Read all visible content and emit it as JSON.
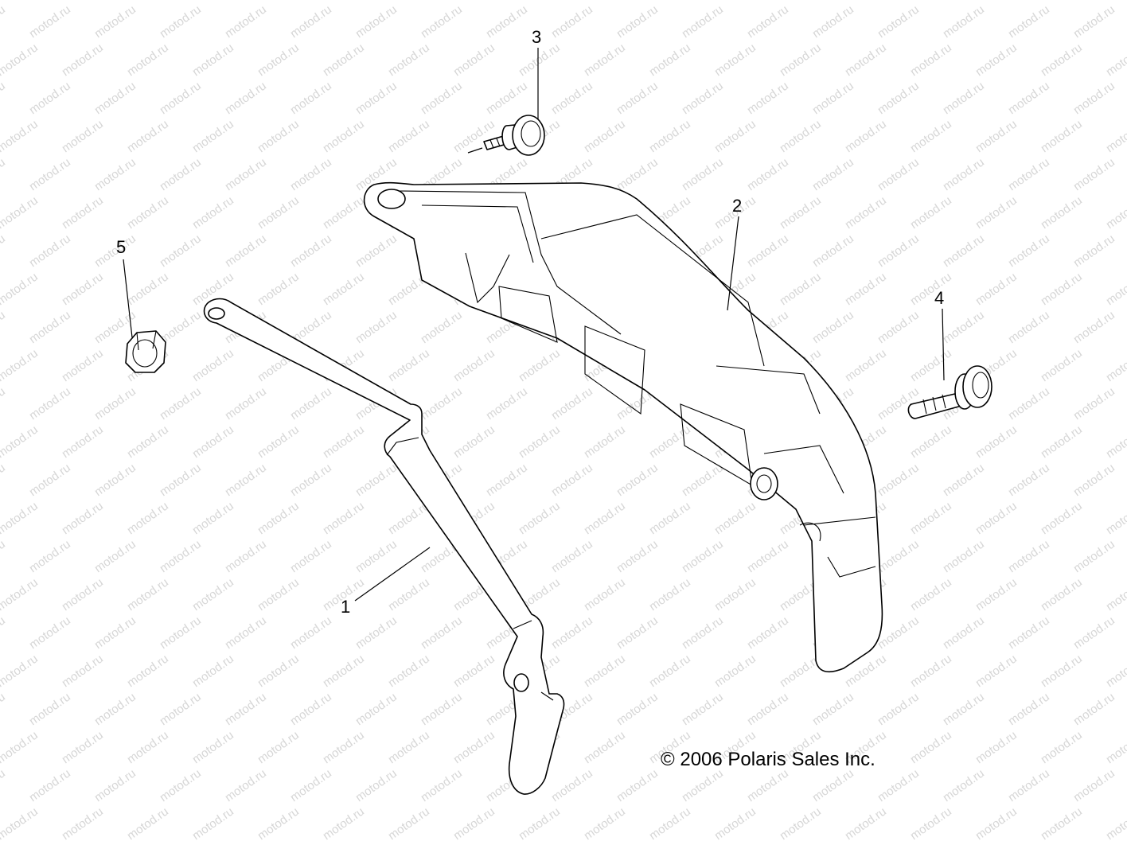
{
  "diagram": {
    "callouts": {
      "c1": "1",
      "c2": "2",
      "c3": "3",
      "c4": "4",
      "c5": "5"
    },
    "copyright": "© 2006 Polaris Sales Inc.",
    "watermark": "motod.ru"
  }
}
